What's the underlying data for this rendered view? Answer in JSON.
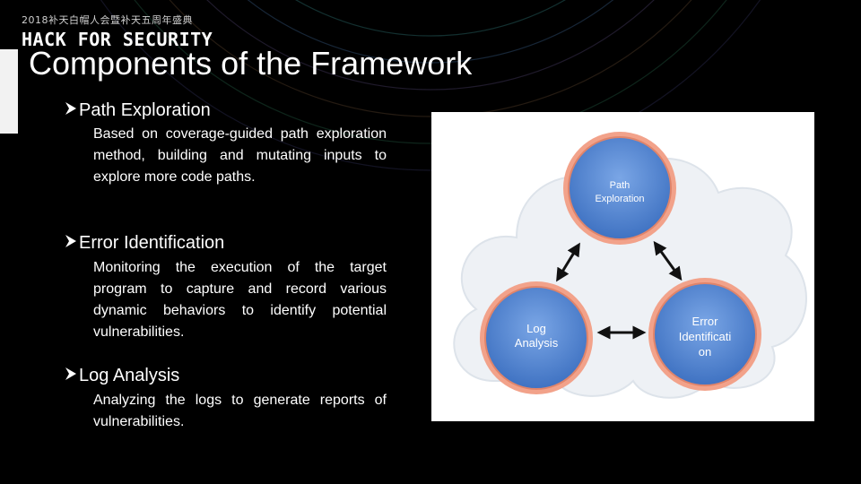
{
  "header": {
    "event": "2018补天白帽人会暨补天五周年盛典",
    "brand": "HACK FOR SECURITY"
  },
  "slide": {
    "title": "Components of the Framework",
    "bullets": [
      {
        "heading": "Path Exploration",
        "text": "Based on coverage-guided path exploration method, building and mutating inputs to explore more code paths."
      },
      {
        "heading": "Error Identification",
        "text": "Monitoring the execution of the target program to capture and record various dynamic behaviors to identify potential vulnerabilities."
      },
      {
        "heading": "Log Analysis",
        "text": "Analyzing the logs to generate reports of vulnerabilities."
      }
    ]
  },
  "diagram": {
    "nodes": {
      "path": {
        "line1": "Path",
        "line2": "Exploration"
      },
      "log": {
        "line1": "Log",
        "line2": "Analysis"
      },
      "error": {
        "line1": "Error",
        "line2": "Identificati",
        "line3": "on"
      }
    },
    "colors": {
      "node_fill": "#4f86d3",
      "node_ring": "#e0846a",
      "cloud": "#eef1f5"
    }
  },
  "icons": {
    "bullet": "arrowhead-bullet-icon"
  }
}
